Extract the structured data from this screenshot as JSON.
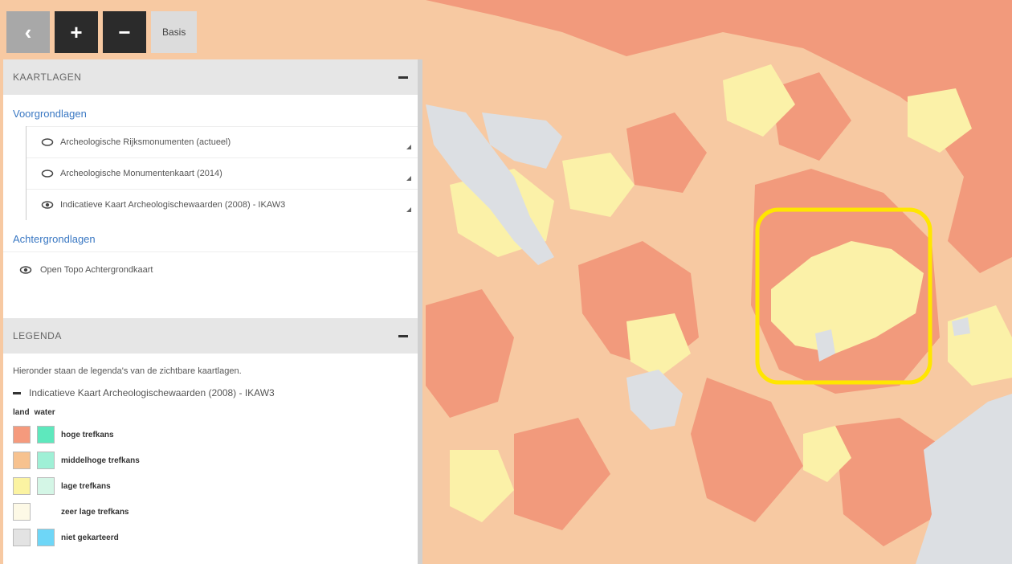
{
  "toolbar": {
    "back_label": "‹",
    "zoom_in_label": "+",
    "zoom_out_label": "−",
    "basis_label": "Basis"
  },
  "panel": {
    "kaartlagen_title": "KAARTLAGEN",
    "foreground_title": "Voorgrondlagen",
    "foreground_layers": [
      {
        "label": "Archeologische Rijksmonumenten (actueel)",
        "visible": false
      },
      {
        "label": "Archeologische Monumentenkaart (2014)",
        "visible": false
      },
      {
        "label": "Indicatieve Kaart Archeologischewaarden (2008) - IKAW3",
        "visible": true
      }
    ],
    "background_title": "Achtergrondlagen",
    "background_layers": [
      {
        "label": "Open Topo Achtergrondkaart",
        "visible": true
      }
    ],
    "legenda_title": "LEGENDA",
    "legenda_desc": "Hieronder staan de legenda's van de zichtbare kaartlagen.",
    "legend_layer_name": "Indicatieve Kaart Archeologischewaarden (2008) - IKAW3",
    "legend_col_land": "land",
    "legend_col_water": "water",
    "legend_items": [
      {
        "label": "hoge trefkans",
        "land": "#f59a7d",
        "water": "#5ee8bd"
      },
      {
        "label": "middelhoge trefkans",
        "land": "#f7c28f",
        "water": "#9ff0d6"
      },
      {
        "label": "lage trefkans",
        "land": "#fbf3a2",
        "water": "#d4f6e6"
      },
      {
        "label": "zeer lage trefkans",
        "land": "#fdf9e6",
        "water": ""
      },
      {
        "label": "niet gekarteerd",
        "land": "#e3e3e3",
        "water": "#6ed6f7"
      }
    ]
  },
  "colors": {
    "map_base": "#f7c9a2",
    "map_high": "#f29a7c",
    "map_low": "#fbf1a8",
    "map_urban": "#dcdfe3",
    "highlight": "#ffe600"
  }
}
